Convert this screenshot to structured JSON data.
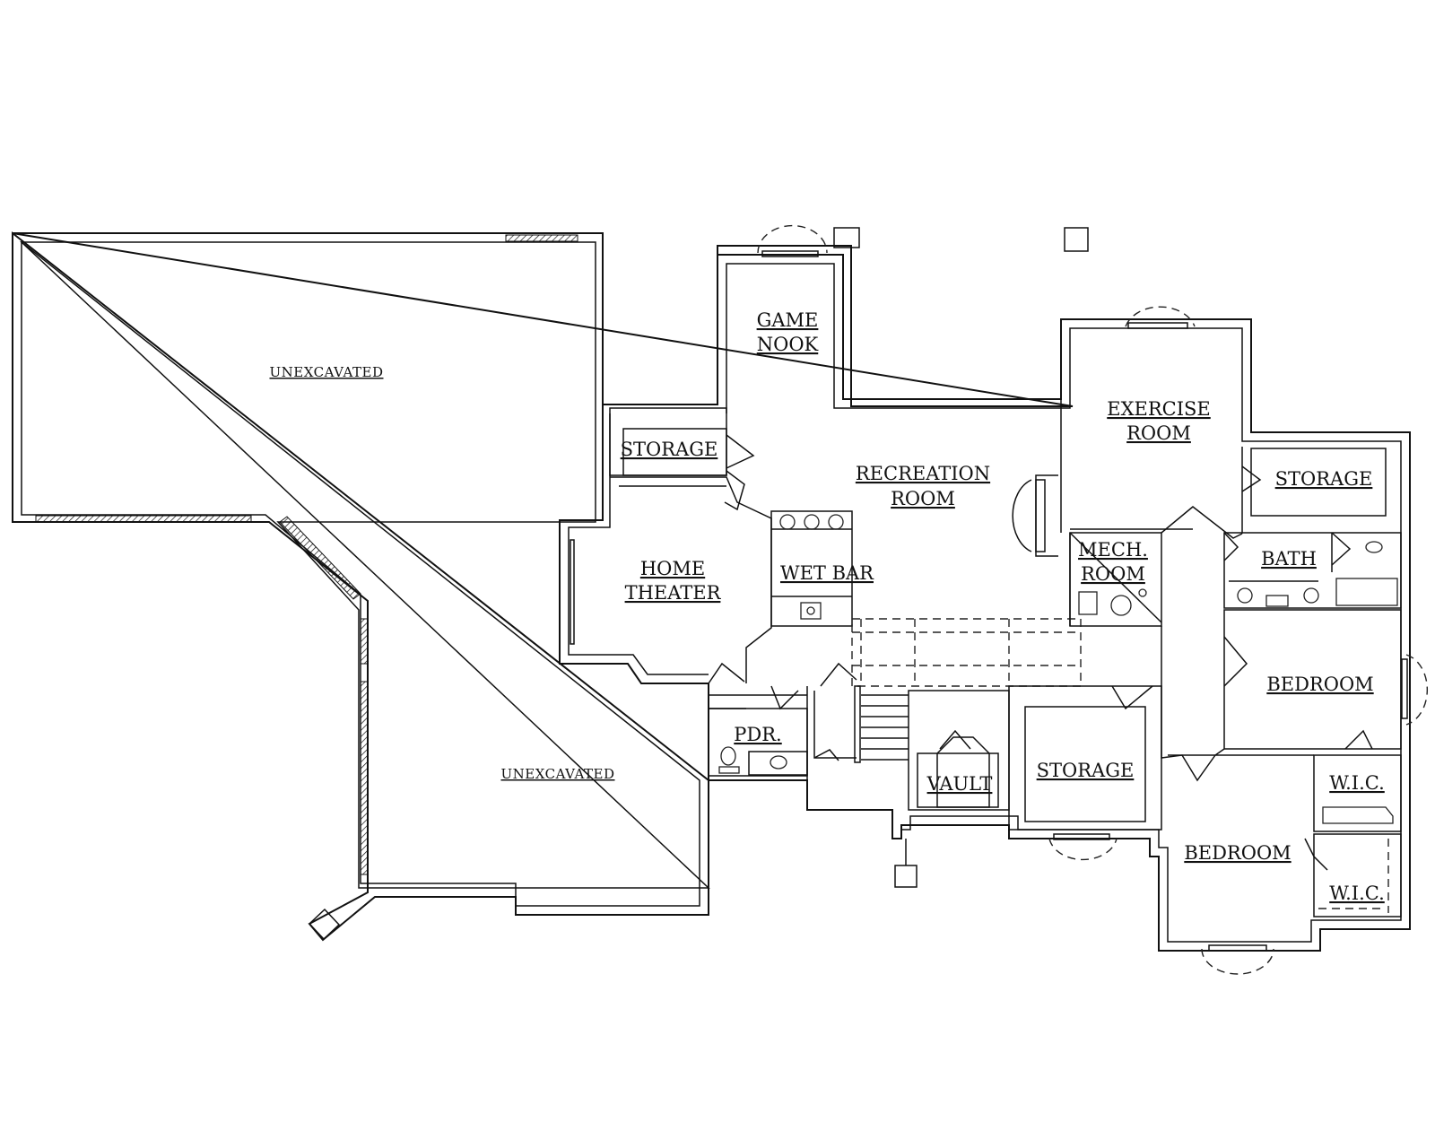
{
  "rooms": {
    "unexcavated_top": "UNEXCAVATED",
    "unexcavated_bottom": "UNEXCAVATED",
    "game_nook": [
      "GAME",
      "NOOK"
    ],
    "storage_left": "STORAGE",
    "recreation_room": [
      "RECREATION",
      "ROOM"
    ],
    "exercise_room": [
      "EXERCISE",
      "ROOM"
    ],
    "storage_right": "STORAGE",
    "home_theater": [
      "HOME",
      "THEATER"
    ],
    "wet_bar": "WET BAR",
    "mech_room": [
      "MECH.",
      "ROOM"
    ],
    "bath": "BATH",
    "bedroom_right": "BEDROOM",
    "pdr": "PDR.",
    "vault": "VAULT",
    "storage_center": "STORAGE",
    "wic_upper": "W.I.C.",
    "bedroom_lower": "BEDROOM",
    "wic_lower": "W.I.C."
  }
}
